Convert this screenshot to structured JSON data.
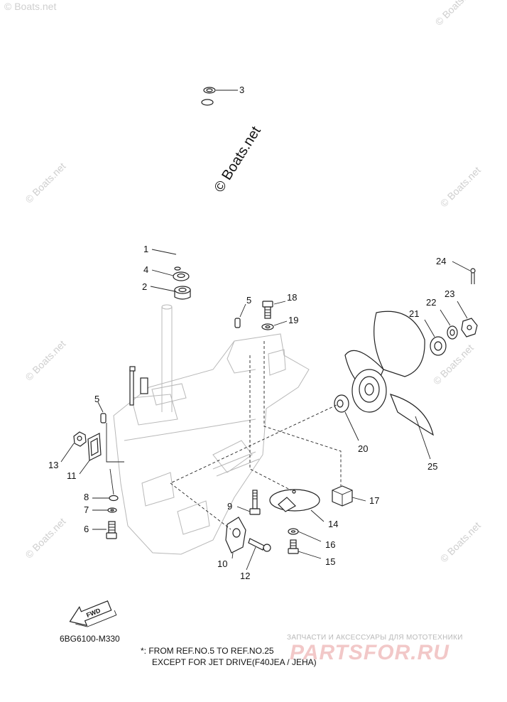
{
  "watermarks": {
    "center": "© Boats.net",
    "corner": "© Boats.net"
  },
  "callouts": {
    "p1": "1",
    "p2": "2",
    "p3": "3",
    "p4": "4",
    "p5a": "5",
    "p5b": "5",
    "p6": "6",
    "p7": "7",
    "p8": "8",
    "p9": "9",
    "p10": "10",
    "p11": "11",
    "p12": "12",
    "p13": "13",
    "p14": "14",
    "p15": "15",
    "p16": "16",
    "p17": "17",
    "p18": "18",
    "p19": "19",
    "p20": "20",
    "p21": "21",
    "p22": "22",
    "p23": "23",
    "p24": "24",
    "p25": "25"
  },
  "fwd_label": "FWD",
  "figure_code": "6BG6100-M330",
  "note": {
    "line1": "*: FROM REF.NO.5 TO REF.NO.25",
    "line2": "EXCEPT FOR JET DRIVE(F40JEA / JEHA)"
  },
  "shop": {
    "tagline": "ЗАПЧАСТИ И АКСЕССУАРЫ ДЛЯ МОТОТЕХНИКИ",
    "logo": "PARTSFOR.RU"
  },
  "colors": {
    "line": "#222222",
    "ghost": "#b8b8b8",
    "watermark": "#cfcfcf",
    "logo": "#f2c8c8"
  }
}
